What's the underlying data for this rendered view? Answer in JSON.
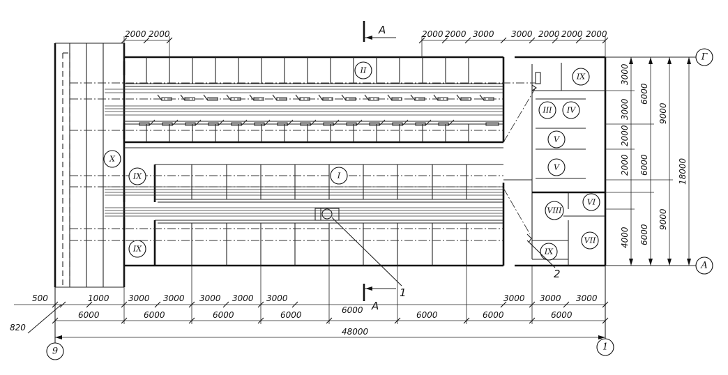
{
  "rooms": [
    {
      "id": "r1",
      "label": "I"
    },
    {
      "id": "r2",
      "label": "II"
    },
    {
      "id": "r3",
      "label": "III"
    },
    {
      "id": "r4",
      "label": "IV"
    },
    {
      "id": "r5a",
      "label": "V"
    },
    {
      "id": "r5b",
      "label": "V"
    },
    {
      "id": "r6",
      "label": "VI"
    },
    {
      "id": "r7",
      "label": "VII"
    },
    {
      "id": "r8",
      "label": "VIII"
    },
    {
      "id": "r9a",
      "label": "IX"
    },
    {
      "id": "r9b",
      "label": "IX"
    },
    {
      "id": "r9c",
      "label": "IX"
    },
    {
      "id": "r9d",
      "label": "IX"
    },
    {
      "id": "r10",
      "label": "X"
    }
  ],
  "axes": {
    "left": "9",
    "right": "1",
    "top": "Г",
    "bottom": "А"
  },
  "section": {
    "top": "А",
    "bottom": "А"
  },
  "callouts": {
    "one": "1",
    "two": "2"
  },
  "dims": {
    "top_left": [
      "2000",
      "2000"
    ],
    "top_right": [
      "2000",
      "2000",
      "3000",
      "3000",
      "2000",
      "2000",
      "2000"
    ],
    "right_inner": [
      "3000",
      "3000",
      "2000",
      "2000",
      "4000"
    ],
    "right_mid": [
      "6000",
      "6000",
      "6000"
    ],
    "right_axes": [
      "9000",
      "9000"
    ],
    "right_total": "18000",
    "bottom_row1": [
      "500",
      "1000",
      "3000",
      "3000",
      "3000",
      "3000",
      "3000",
      "3000",
      "3000",
      "3000"
    ],
    "bottom_row2": [
      "6000",
      "6000",
      "6000",
      "6000",
      "6000",
      "6000",
      "6000"
    ],
    "offset": "820",
    "total": "48000"
  }
}
